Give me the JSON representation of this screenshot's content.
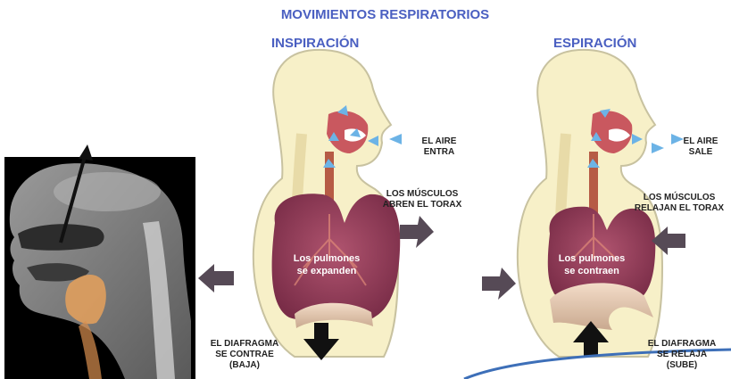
{
  "title": "MOVIMIENTOS RESPIRATORIOS",
  "inspiration": {
    "heading": "INSPIRACIÓN",
    "air_label": [
      "EL AIRE",
      "ENTRA"
    ],
    "muscles_label": [
      "LOS MÚSCULOS",
      "ABREN EL TORAX"
    ],
    "lungs_label": [
      "Los pulmones",
      "se expanden"
    ],
    "diaphragm_label": [
      "EL DIAFRAGMA",
      "SE CONTRAE",
      "(BAJA)"
    ]
  },
  "expiration": {
    "heading": "ESPIRACIÓN",
    "air_label": [
      "EL AIRE",
      "SALE"
    ],
    "muscles_label": [
      "LOS MÚSCULOS",
      "RELAJAN EL TORAX"
    ],
    "lungs_label": [
      "Los pulmones",
      "se contraen"
    ],
    "diaphragm_label": [
      "EL DIAFRAGMA",
      "SE RELAJA",
      "(SUBE)"
    ]
  },
  "colors": {
    "title_blue": "#4a5fc1",
    "lung": "#8e3a57",
    "body_fill": "#f7f0c8",
    "arrow_gray": "#564a56",
    "arrow_black": "#111111",
    "air_arrow": "#6cb3e6"
  }
}
